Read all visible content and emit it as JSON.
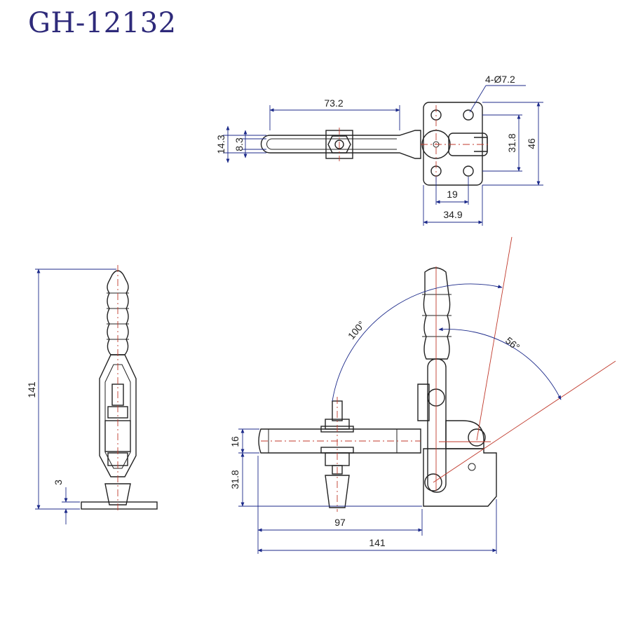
{
  "title": "GH-12132",
  "colors": {
    "title": "#2e2a7a",
    "dimension": "#1c2a8a",
    "centerline": "#c0392b",
    "outline": "#222222"
  },
  "top_view": {
    "hole_spec": "4-Ø7.2",
    "handle_length": "73.2",
    "slot_outer": "14.3",
    "slot_inner": "8.3",
    "hole_spacing_v": "31.8",
    "base_height": "46",
    "hole_spacing_h": "19",
    "base_width": "34.9"
  },
  "side_view": {
    "overall_height": "141",
    "base_thickness": "3"
  },
  "front_view": {
    "open_angle": "100°",
    "hold_angle": "56°",
    "bar_height": "16",
    "spindle_height": "31.8",
    "reach": "97",
    "overall_length": "141"
  }
}
